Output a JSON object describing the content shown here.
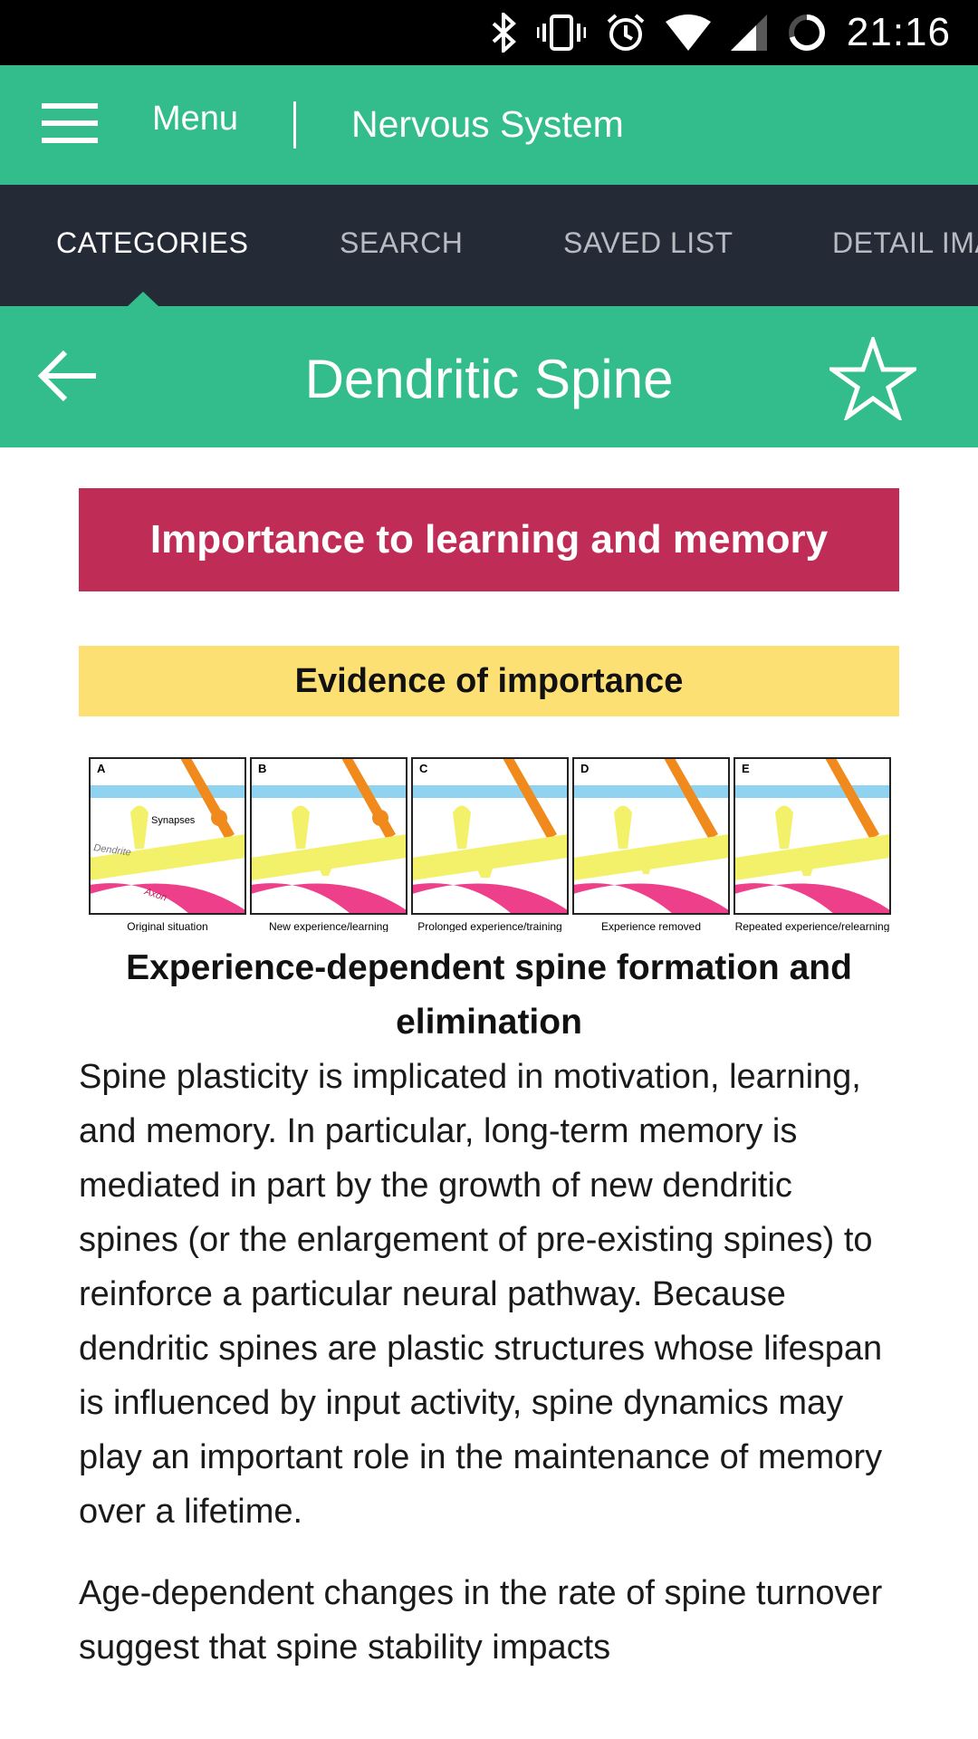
{
  "status_bar": {
    "time": "21:16",
    "icons": [
      "bluetooth-icon",
      "vibrate-icon",
      "alarm-icon",
      "wifi-icon",
      "signal-icon",
      "battery-icon"
    ]
  },
  "app_bar": {
    "menu_label": "Menu",
    "title": "Nervous System"
  },
  "tabs": [
    {
      "label": "CATEGORIES",
      "active": true
    },
    {
      "label": "SEARCH",
      "active": false
    },
    {
      "label": "SAVED LIST",
      "active": false
    },
    {
      "label": "DETAIL IMA",
      "active": false
    }
  ],
  "page": {
    "title": "Dendritic Spine"
  },
  "content": {
    "section_title": "Importance to learning and memory",
    "subsection_title": "Evidence of importance",
    "figure": {
      "panels": [
        {
          "letter": "A",
          "caption": "Original situation"
        },
        {
          "letter": "B",
          "caption": "New experience/learning"
        },
        {
          "letter": "C",
          "caption": "Prolonged experience/training"
        },
        {
          "letter": "D",
          "caption": "Experience removed"
        },
        {
          "letter": "E",
          "caption": "Repeated experience/relearning"
        }
      ],
      "labels": {
        "synapses": "Synapses",
        "dendrite": "Dendrite",
        "axon": "Axon"
      }
    },
    "figure_caption": "Experience-dependent spine formation and elimination",
    "paragraphs": [
      "Spine plasticity is implicated in motivation, learning, and memory. In particular, long-term memory is mediated in part by the growth of new dendritic spines (or the enlargement of pre-existing spines) to reinforce a particular neural pathway. Because dendritic spines are plastic structures whose lifespan is influenced by input activity, spine dynamics may play an important role in the maintenance of memory over a lifetime.",
      "Age-dependent changes in the rate of spine turnover suggest that spine stability impacts"
    ]
  },
  "colors": {
    "status_bar": "#000000",
    "primary_green": "#33bd8c",
    "tab_bar": "#252a37",
    "section_banner": "#bf2d57",
    "sub_banner": "#fde073"
  }
}
